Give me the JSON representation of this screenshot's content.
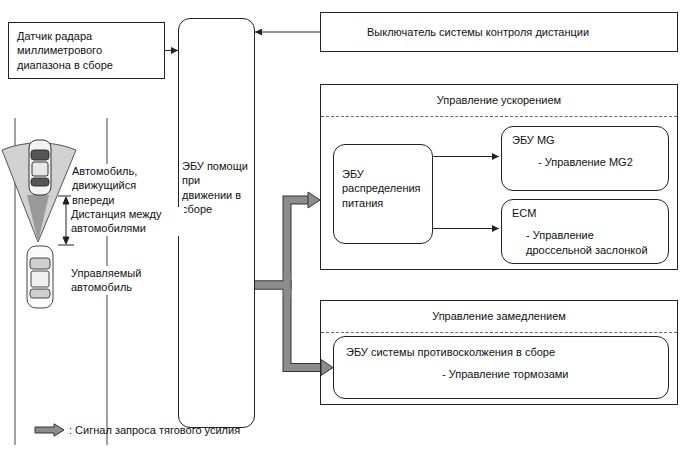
{
  "diagram": {
    "nodes": [
      {
        "text": [
          "Датчик радара миллиметрового диапазона в сборе"
        ]
      },
      {
        "text": [
          "Выключатель системы контроля дистанции"
        ]
      },
      {
        "text": [
          "ЭБУ помощи при движении в сборе"
        ]
      },
      {
        "text": [
          "Управление ускорением"
        ]
      },
      {
        "text": [
          "ЭБУ распределения питания"
        ],
        "in": 3
      },
      {
        "text": [
          "ЭБУ MG",
          "- Управление MG2"
        ],
        "in": 3
      },
      {
        "text": [
          "ECM",
          "- Управление дроссельной заслонкой"
        ],
        "in": 3
      },
      {
        "text": [
          "Управление замедлением"
        ]
      },
      {
        "text": [
          "ЭБУ системы противосколжения в сборе",
          "- Управление тормозами"
        ],
        "in": 7
      }
    ],
    "edges": [
      {
        "from": 0,
        "to": 2,
        "arrow": "to"
      },
      {
        "from": 1,
        "to": 2,
        "arrow": "to"
      },
      {
        "from": 2,
        "to": 3,
        "arrow": "to"
      },
      {
        "from": 2,
        "to": 8,
        "arrow": "to"
      },
      {
        "from": 4,
        "to": 5,
        "arrow": "to"
      },
      {
        "from": 4,
        "to": 6,
        "arrow": "to"
      }
    ],
    "labels": [
      "Автомобиль, движущийся впереди",
      "Дистанция между автомобилями",
      "Управляемый автомобиль"
    ],
    "legend": [
      {
        "text": ": Сигнал запроса тягового усилия"
      }
    ]
  }
}
